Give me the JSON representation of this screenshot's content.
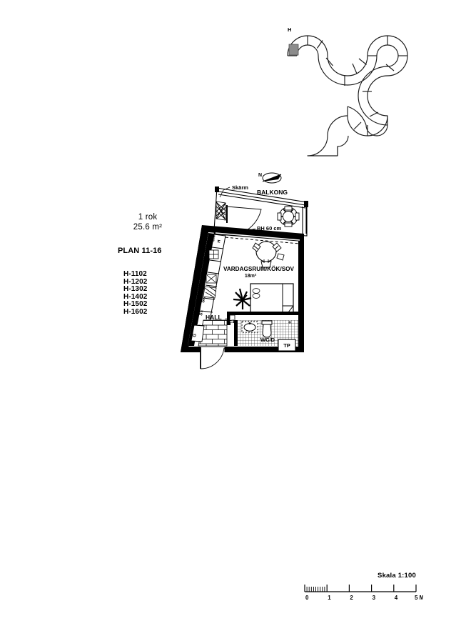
{
  "document": {
    "title_lines": [
      "1 rok",
      "25.6 m²"
    ],
    "unit_type": "1 rok",
    "unit_area": "25.6 m²",
    "plan_label": "PLAN 11-16",
    "unit_numbers": [
      "H-1102",
      "H-1202",
      "H-1302",
      "H-1402",
      "H-1502",
      "H-1602"
    ]
  },
  "site_plan": {
    "marker_label": "H",
    "marker_color": "#8c8c8c",
    "stroke_color": "#1a1a1a"
  },
  "compass": {
    "label": "N",
    "name": "north-arrow"
  },
  "rooms": [
    {
      "id": "balkong",
      "label": "BALKONG",
      "area": ""
    },
    {
      "id": "vardagsrum",
      "label": "VARDAGSRUM/KÖK/SOV",
      "area": "18m²"
    },
    {
      "id": "hall",
      "label": "HALL",
      "area": ""
    },
    {
      "id": "wcd",
      "label": "WC/D",
      "area": ""
    }
  ],
  "annotations": {
    "skarm": "Skärm",
    "bh": "BH 60 cm",
    "tp": "TP",
    "el": "EL"
  },
  "kitchen_run": {
    "labels": [
      "DM",
      "H",
      "K",
      "F",
      "SK",
      "ST",
      "L",
      "G"
    ]
  },
  "scale": {
    "title": "Skala 1:100",
    "ticks": [
      "0",
      "1",
      "2",
      "3",
      "4",
      "5 M"
    ],
    "unit_suffix": "M"
  },
  "colors": {
    "ink": "#000000",
    "paper": "#ffffff",
    "wall_fill": "#000000",
    "tile_grid": "#000000",
    "site_stroke": "#1a1a1a",
    "site_marker": "#8c8c8c"
  }
}
